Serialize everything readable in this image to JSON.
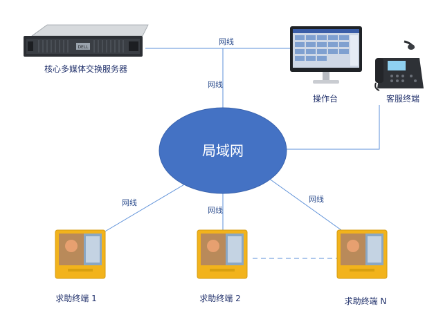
{
  "nodes": {
    "server": "核心多媒体交换服务器",
    "console": "操作台",
    "service": "客服终端",
    "lan": "局域网",
    "term1": "求助终端 1",
    "term2": "求助终端 2",
    "termN": "求助终端 N"
  },
  "links": {
    "server_console": "网线",
    "server_lan": "网线",
    "lan_term1": "网线",
    "lan_term2": "网线",
    "lan_termN": "网线"
  },
  "server_brand": "DELL",
  "colors": {
    "line": "#5b8fd8",
    "ellipse_fill": "#4472c4",
    "ellipse_stroke": "#3a63ad",
    "terminal_frame": "#f2b31c",
    "label": "#2f4f8f"
  }
}
